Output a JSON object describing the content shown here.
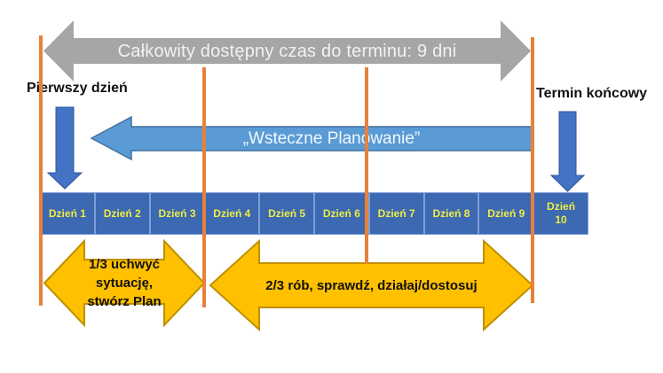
{
  "title": "Backward planning timeline diagram",
  "top_arrow": {
    "label": "Całkowity dostępny czas do terminu: 9 dni"
  },
  "labels": {
    "first_day": "Pierwszy dzień",
    "deadline": "Termin końcowy"
  },
  "backward_arrow": {
    "label": "„Wsteczne Planowanie”"
  },
  "days": [
    "Dzień 1",
    "Dzień 2",
    "Dzień 3",
    "Dzień 4",
    "Dzień 5",
    "Dzień 6",
    "Dzień 7",
    "Dzień 8",
    "Dzień 9",
    "Dzień 10"
  ],
  "phase_arrows": {
    "first": {
      "line1": "1/3 uchwyć",
      "line2": "sytuację,",
      "line3": "stwórz Plan"
    },
    "second": {
      "label": "2/3 rób, sprawdź, działaj/dostosuj"
    }
  },
  "colors": {
    "gray_arrow": "#A6A6A6",
    "gray_arrow_text": "#F2F2F2",
    "divider_orange": "#E8813B",
    "backward_arrow_fill": "#5B9BD5",
    "backward_arrow_stroke": "#41719C",
    "backward_arrow_text": "#F2F8FD",
    "down_arrow_fill": "#4472C4",
    "down_arrow_stroke": "#2F5597",
    "day_box_fill": "#3D68B2",
    "day_box_text": "#EDED45",
    "phase_arrow_fill": "#FFC000",
    "phase_arrow_stroke": "#BF9000"
  }
}
